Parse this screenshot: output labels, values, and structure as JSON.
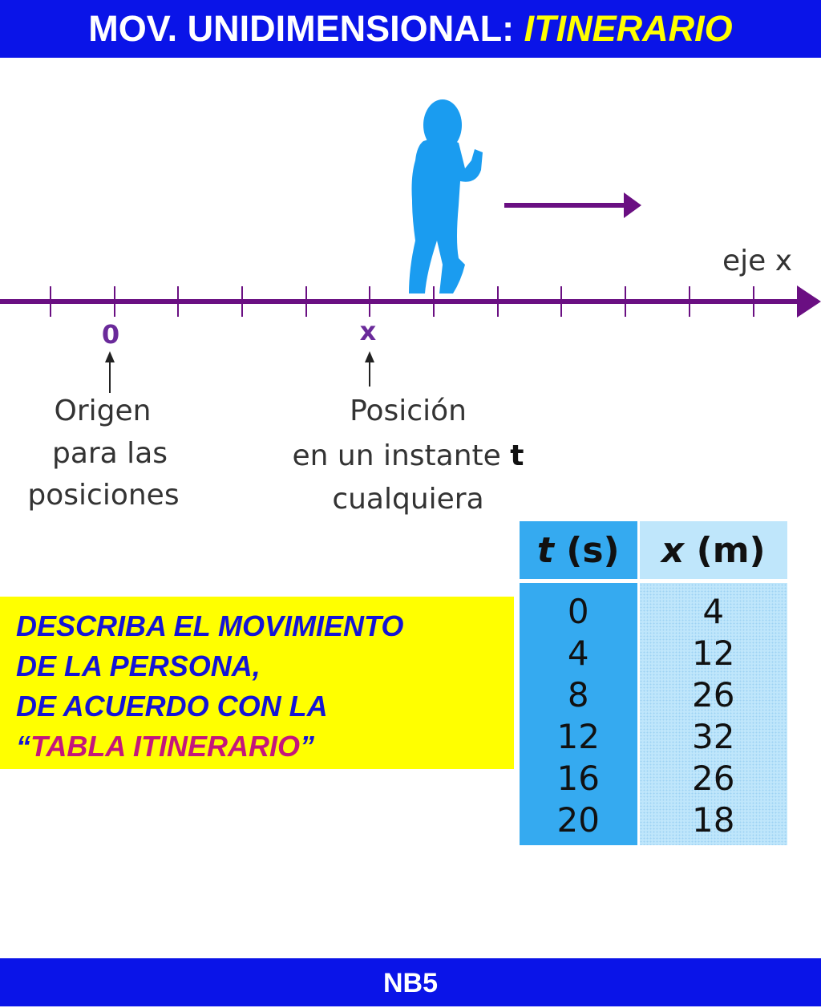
{
  "header": {
    "title_main": "MOV. UNIDIMENSIONAL: ",
    "title_accent": "ITINERARIO"
  },
  "diagram": {
    "axis_label": "eje x",
    "origin_marker": "0",
    "position_marker": "x",
    "origin_caption": [
      "Origen",
      "para las",
      "posiciones"
    ],
    "position_caption_line1": "Posición",
    "position_caption_line2": "en un instante ",
    "position_caption_var": "t",
    "position_caption_line3": "cualquiera",
    "icons": [
      "walking-person-icon",
      "direction-arrow-icon"
    ],
    "colors": {
      "axis": "#6a0f82",
      "person": "#1a9cf0"
    }
  },
  "prompt": {
    "lines": [
      "DESCRIBA EL MOVIMIENTO",
      "DE LA PERSONA,",
      "DE ACUERDO CON LA"
    ],
    "last_open": "“",
    "last_highlight": "TABLA  ITINERARIO",
    "last_close": "”"
  },
  "table": {
    "col_t_var": "t",
    "col_t_unit": " (s)",
    "col_x_var": "x",
    "col_x_unit": " (m)",
    "t_values": [
      "0",
      "4",
      "8",
      "12",
      "16",
      "20"
    ],
    "x_values": [
      "4",
      "12",
      "26",
      "32",
      "26",
      "18"
    ]
  },
  "footer": {
    "label": "NB5"
  },
  "colors": {
    "banner": "#0a14e8",
    "highlight_box": "#ffff00",
    "accent_yellow": "#ffff00",
    "prompt_text": "#1414d6",
    "prompt_highlight": "#c4167c"
  }
}
